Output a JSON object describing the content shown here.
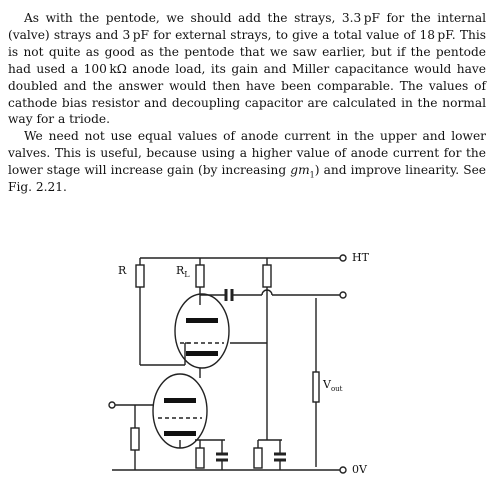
{
  "paragraphs": [
    {
      "before": "As with the pentode, we should add the strays, 3.3 pF for the internal (valve) strays and 3 pF for external strays, to give a total value of 18 pF. This is not quite as good as the pentode that we saw earlier, but if the pentode had used a 100 kΩ anode load, its gain and Miller capacitance would have doubled and the answer would then have been comparable. The values of cathode bias resistor and decoupling capacitor are calculated in the normal way for a triode."
    },
    {
      "before": "We need not use equal values of anode current in the upper and lower valves. This is useful, because using a higher value of anode current for the lower stage will increase gain (by increasing ",
      "gm": "gm",
      "gm_sub": "1",
      "after": ") and improve linearity. See Fig. 2.21."
    }
  ],
  "diagram": {
    "label_r": "R",
    "label_rl": "R",
    "label_rl_sub": "L",
    "label_ht": "HT",
    "label_vout": "V",
    "label_vout_sub": "out",
    "label_0v": "0V"
  }
}
